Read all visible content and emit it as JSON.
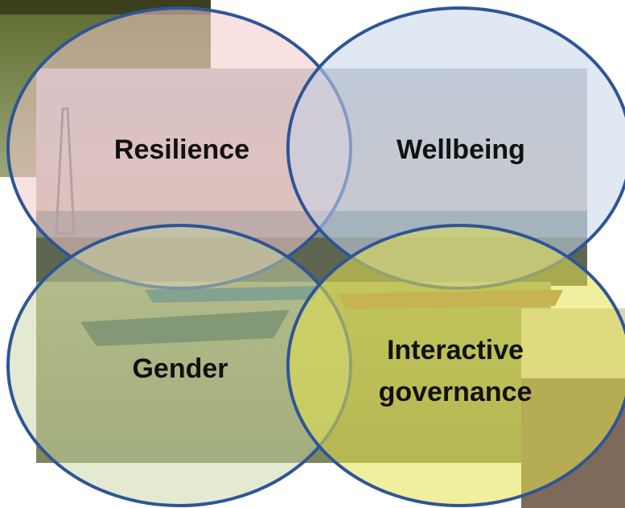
{
  "diagram": {
    "type": "venn-four-circles",
    "concepts": [
      {
        "id": "resilience",
        "label": "Resilience",
        "fill": "#f2c9c9"
      },
      {
        "id": "wellbeing",
        "label": "Wellbeing",
        "fill": "#c7d6ea"
      },
      {
        "id": "gender",
        "label": "Gender",
        "fill": "#c9d6a3"
      },
      {
        "id": "governance",
        "label_line1": "Interactive",
        "label_line2": "governance",
        "fill": "#e3e24f"
      }
    ],
    "circle_stroke": "#2f5597",
    "background_photo": "harbour with fishing boats and crowd",
    "photo_colors": {
      "water": "#8e9466",
      "sky": "#c2bfb1",
      "boats": "#3c6e7b"
    }
  }
}
